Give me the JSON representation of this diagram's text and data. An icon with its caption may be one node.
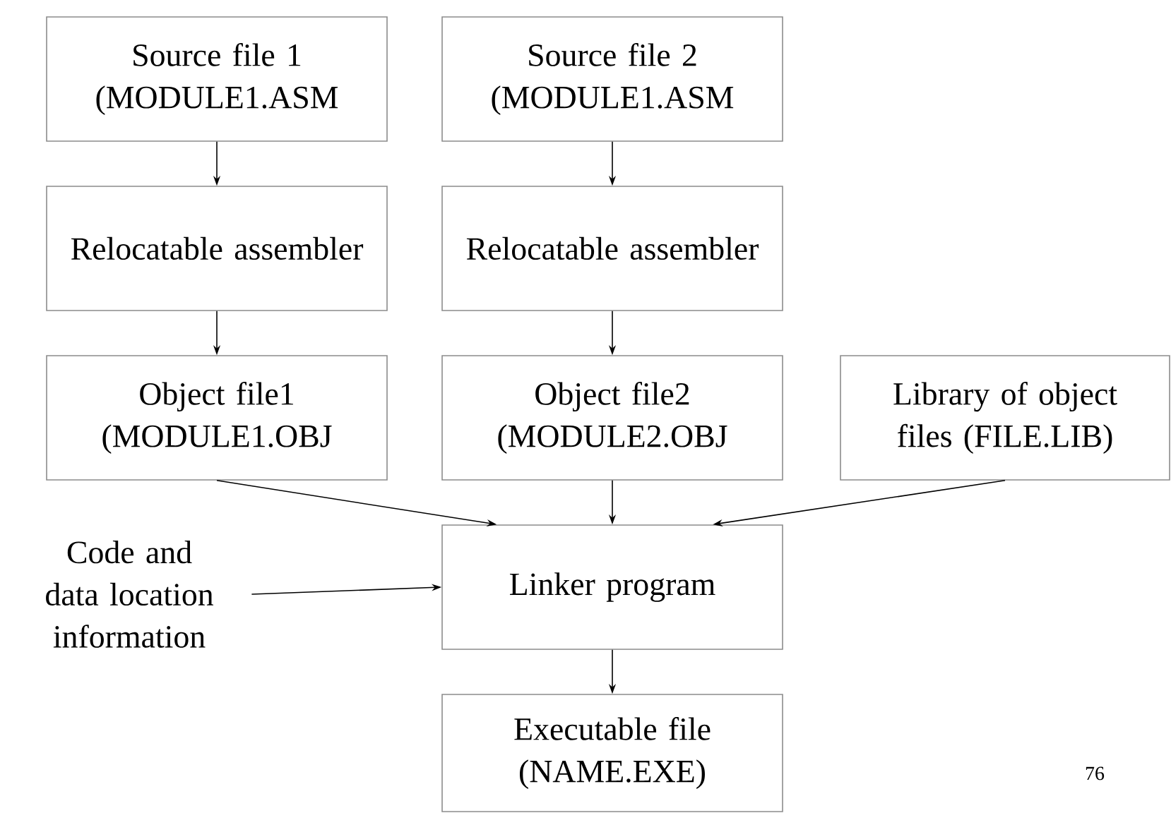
{
  "diagram": {
    "nodes": [
      {
        "text": [
          "Source file 1 (MODULE1.ASM"
        ]
      },
      {
        "text": [
          "Source file 2 (MODULE1.ASM"
        ]
      },
      {
        "text": [
          "Relocatable assembler"
        ]
      },
      {
        "text": [
          "Relocatable assembler"
        ]
      },
      {
        "text": [
          "Object file1 (MODULE1.OBJ"
        ]
      },
      {
        "text": [
          "Object file2 (MODULE2.OBJ"
        ]
      },
      {
        "text": [
          "Library of object files (FILE.LIB)"
        ]
      },
      {
        "text": [
          "Code and data location information"
        ]
      },
      {
        "text": [
          "Linker program"
        ]
      },
      {
        "text": [
          "Executable file (NAME.EXE)"
        ]
      }
    ],
    "edges": [
      {
        "from": 0,
        "to": 2,
        "arrow": "to"
      },
      {
        "from": 2,
        "to": 4,
        "arrow": "to"
      },
      {
        "from": 1,
        "to": 3,
        "arrow": "to"
      },
      {
        "from": 3,
        "to": 5,
        "arrow": "to"
      },
      {
        "from": 4,
        "to": 8,
        "arrow": "to"
      },
      {
        "from": 5,
        "to": 8,
        "arrow": "to"
      },
      {
        "from": 6,
        "to": 8,
        "arrow": "to"
      },
      {
        "from": 7,
        "to": 8,
        "arrow": "to"
      },
      {
        "from": 8,
        "to": 9,
        "arrow": "to"
      }
    ],
    "labels": [
      "76"
    ]
  }
}
